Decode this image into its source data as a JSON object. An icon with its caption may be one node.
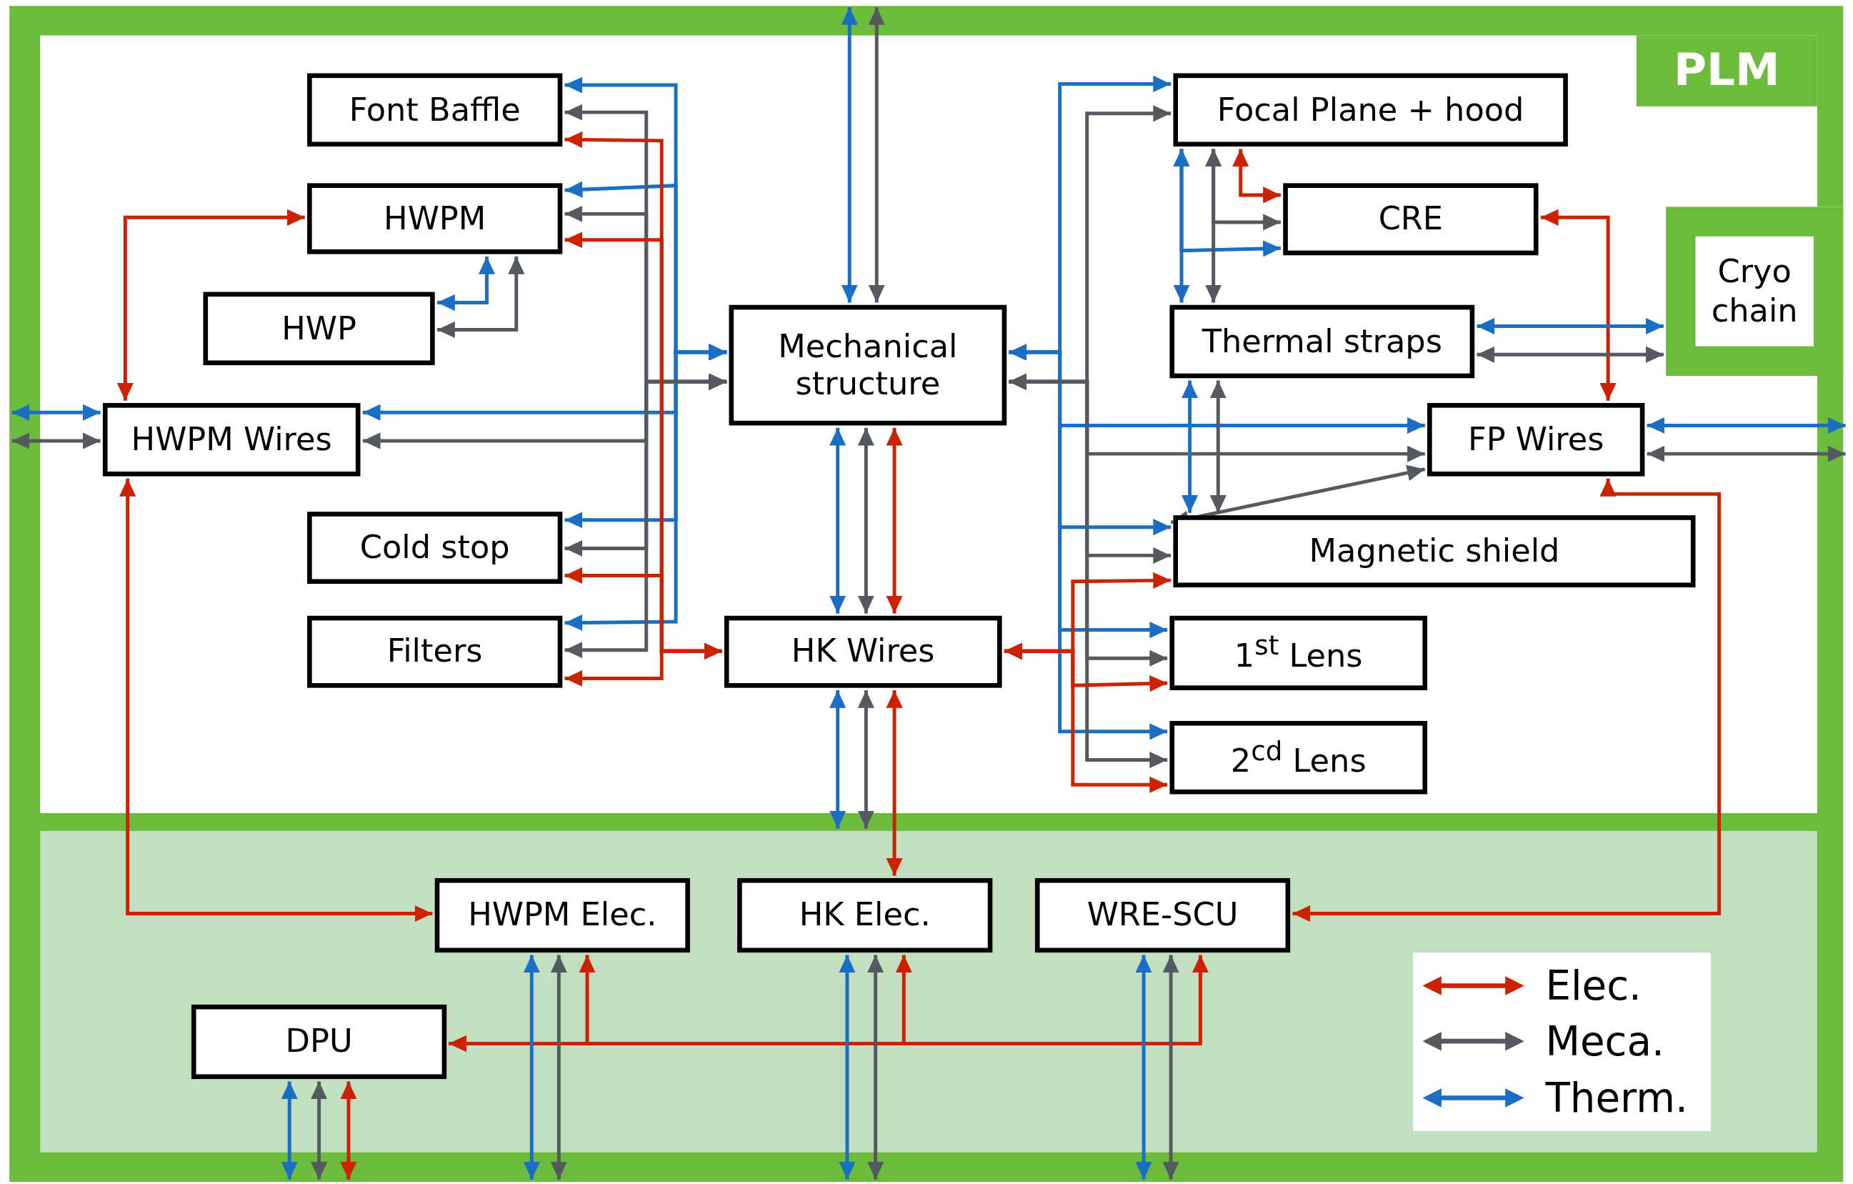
{
  "diagram": {
    "nodes": [
      {
        "text": [
          "PLM"
        ]
      },
      {
        "text": [
          "Font Baffle"
        ],
        "in": 0
      },
      {
        "text": [
          "HWPM"
        ],
        "in": 0
      },
      {
        "text": [
          "HWP"
        ],
        "in": 0
      },
      {
        "text": [
          "HWPM Wires"
        ],
        "in": 0
      },
      {
        "text": [
          "Cold stop"
        ],
        "in": 0
      },
      {
        "text": [
          "Filters"
        ],
        "in": 0
      },
      {
        "text": [
          "Mechanical structure"
        ],
        "in": 0
      },
      {
        "text": [
          "HK Wires"
        ],
        "in": 0
      },
      {
        "text": [
          "Focal Plane + hood"
        ],
        "in": 0
      },
      {
        "text": [
          "CRE"
        ],
        "in": 0
      },
      {
        "text": [
          "Thermal straps"
        ],
        "in": 0
      },
      {
        "text": [
          "FP Wires"
        ],
        "in": 0
      },
      {
        "text": [
          "Magnetic shield"
        ],
        "in": 0
      },
      {
        "text": [
          "1$^{st}$ Lens"
        ],
        "in": 0
      },
      {
        "text": [
          "2$^{cd}$ Lens"
        ],
        "in": 0
      },
      {
        "text": [
          "Cryo chain"
        ]
      },
      {
        "text": [],
        "shape": "box"
      },
      {
        "text": [
          "HWPM Elec."
        ],
        "in": 17
      },
      {
        "text": [
          "HK Elec."
        ],
        "in": 17
      },
      {
        "text": [
          "WRE-SCU"
        ],
        "in": 17
      },
      {
        "text": [
          "DPU"
        ],
        "in": 17
      }
    ],
    "edges": [
      {
        "from": 1,
        "to": 7,
        "arrow": "both",
        "color": "#1a6fc4"
      },
      {
        "from": 2,
        "to": 7,
        "arrow": "both",
        "color": "#1a6fc4"
      },
      {
        "from": 4,
        "to": 7,
        "arrow": "both",
        "color": "#1a6fc4"
      },
      {
        "from": 5,
        "to": 7,
        "arrow": "both",
        "color": "#1a6fc4"
      },
      {
        "from": 6,
        "to": 7,
        "arrow": "both",
        "color": "#1a6fc4"
      },
      {
        "from": 1,
        "to": 7,
        "arrow": "both",
        "color": "#555a60"
      },
      {
        "from": 2,
        "to": 7,
        "arrow": "both",
        "color": "#555a60"
      },
      {
        "from": 4,
        "to": 7,
        "arrow": "both",
        "color": "#555a60"
      },
      {
        "from": 5,
        "to": 7,
        "arrow": "both",
        "color": "#555a60"
      },
      {
        "from": 6,
        "to": 7,
        "arrow": "both",
        "color": "#555a60"
      },
      {
        "from": 1,
        "to": 8,
        "arrow": "both",
        "color": "#cc2200"
      },
      {
        "from": 2,
        "to": 8,
        "arrow": "both",
        "color": "#cc2200"
      },
      {
        "from": 5,
        "to": 8,
        "arrow": "both",
        "color": "#cc2200"
      },
      {
        "from": 6,
        "to": 8,
        "arrow": "both",
        "color": "#cc2200"
      },
      {
        "from": 3,
        "to": 2,
        "arrow": "both",
        "color": "#1a6fc4"
      },
      {
        "from": 3,
        "to": 2,
        "arrow": "both",
        "color": "#555a60"
      },
      {
        "from": 2,
        "to": 4,
        "arrow": "both",
        "color": "#cc2200"
      },
      {
        "from": null,
        "to": 4,
        "arrow": "both",
        "color": "#1a6fc4"
      },
      {
        "from": null,
        "to": 4,
        "arrow": "both",
        "color": "#555a60"
      },
      {
        "from": 4,
        "to": 18,
        "arrow": "both",
        "color": "#cc2200"
      },
      {
        "from": 7,
        "to": null,
        "arrow": "both",
        "color": "#1a6fc4"
      },
      {
        "from": 7,
        "to": null,
        "arrow": "both",
        "color": "#555a60"
      },
      {
        "from": 7,
        "to": 8,
        "arrow": "both",
        "color": "#1a6fc4"
      },
      {
        "from": 7,
        "to": 8,
        "arrow": "both",
        "color": "#555a60"
      },
      {
        "from": 7,
        "to": 8,
        "arrow": "both",
        "color": "#cc2200"
      },
      {
        "from": 8,
        "to": 19,
        "arrow": "both",
        "color": "#cc2200"
      },
      {
        "from": 8,
        "to": 17,
        "arrow": "both",
        "color": "#1a6fc4"
      },
      {
        "from": 8,
        "to": 17,
        "arrow": "both",
        "color": "#555a60"
      },
      {
        "from": 9,
        "to": 7,
        "arrow": "both",
        "color": "#1a6fc4"
      },
      {
        "from": 12,
        "to": 7,
        "arrow": "both",
        "color": "#1a6fc4"
      },
      {
        "from": 13,
        "to": 7,
        "arrow": "both",
        "color": "#1a6fc4"
      },
      {
        "from": 14,
        "to": 7,
        "arrow": "both",
        "color": "#1a6fc4"
      },
      {
        "from": 15,
        "to": 7,
        "arrow": "both",
        "color": "#1a6fc4"
      },
      {
        "from": 9,
        "to": 7,
        "arrow": "both",
        "color": "#555a60"
      },
      {
        "from": 12,
        "to": 7,
        "arrow": "both",
        "color": "#555a60"
      },
      {
        "from": 13,
        "to": 7,
        "arrow": "both",
        "color": "#555a60"
      },
      {
        "from": 14,
        "to": 7,
        "arrow": "both",
        "color": "#555a60"
      },
      {
        "from": 15,
        "to": 7,
        "arrow": "both",
        "color": "#555a60"
      },
      {
        "from": 13,
        "to": 8,
        "arrow": "both",
        "color": "#cc2200"
      },
      {
        "from": 14,
        "to": 8,
        "arrow": "both",
        "color": "#cc2200"
      },
      {
        "from": 15,
        "to": 8,
        "arrow": "both",
        "color": "#cc2200"
      },
      {
        "from": 9,
        "to": 10,
        "arrow": "both",
        "color": "#cc2200"
      },
      {
        "from": 9,
        "to": 10,
        "arrow": "both",
        "color": "#1a6fc4"
      },
      {
        "from": 9,
        "to": 10,
        "arrow": "both",
        "color": "#555a60"
      },
      {
        "from": 9,
        "to": 11,
        "arrow": "both",
        "color": "#1a6fc4"
      },
      {
        "from": 9,
        "to": 11,
        "arrow": "both",
        "color": "#555a60"
      },
      {
        "from": 10,
        "to": 12,
        "arrow": "both",
        "color": "#cc2200"
      },
      {
        "from": 11,
        "to": 16,
        "arrow": "both",
        "color": "#1a6fc4"
      },
      {
        "from": 11,
        "to": 16,
        "arrow": "both",
        "color": "#555a60"
      },
      {
        "from": 11,
        "to": 13,
        "arrow": "both",
        "color": "#1a6fc4"
      },
      {
        "from": 11,
        "to": 13,
        "arrow": "both",
        "color": "#555a60"
      },
      {
        "from": 12,
        "to": 13,
        "arrow": "both",
        "color": "#555a60"
      },
      {
        "from": 12,
        "to": null,
        "arrow": "both",
        "color": "#1a6fc4"
      },
      {
        "from": 12,
        "to": null,
        "arrow": "both",
        "color": "#555a60"
      },
      {
        "from": 12,
        "to": 20,
        "arrow": "both",
        "color": "#cc2200"
      },
      {
        "from": 21,
        "to": 18,
        "arrow": "both",
        "color": "#cc2200"
      },
      {
        "from": 21,
        "to": 19,
        "arrow": "both",
        "color": "#cc2200"
      },
      {
        "from": 21,
        "to": 20,
        "arrow": "both",
        "color": "#cc2200"
      },
      {
        "from": 18,
        "to": null,
        "arrow": "both",
        "color": "#1a6fc4"
      },
      {
        "from": 18,
        "to": null,
        "arrow": "both",
        "color": "#555a60"
      },
      {
        "from": 19,
        "to": null,
        "arrow": "both",
        "color": "#1a6fc4"
      },
      {
        "from": 19,
        "to": null,
        "arrow": "both",
        "color": "#555a60"
      },
      {
        "from": 20,
        "to": null,
        "arrow": "both",
        "color": "#1a6fc4"
      },
      {
        "from": 20,
        "to": null,
        "arrow": "both",
        "color": "#555a60"
      },
      {
        "from": 21,
        "to": null,
        "arrow": "both",
        "color": "#1a6fc4"
      },
      {
        "from": 21,
        "to": null,
        "arrow": "both",
        "color": "#555a60"
      },
      {
        "from": 21,
        "to": null,
        "arrow": "both",
        "color": "#cc2200"
      }
    ],
    "legend": [
      {
        "text": "Elec."
      },
      {
        "text": "Meca."
      },
      {
        "text": "Therm."
      }
    ]
  }
}
